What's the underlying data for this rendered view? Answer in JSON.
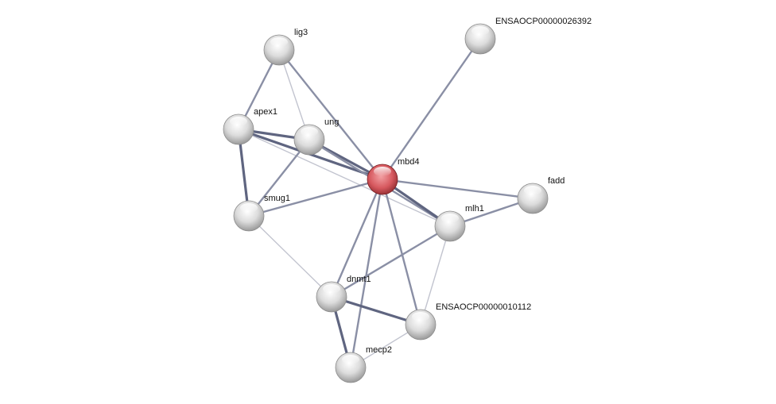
{
  "network": {
    "nodes": [
      {
        "id": "lig3",
        "label": "lig3",
        "highlight": false
      },
      {
        "id": "ens26392",
        "label": "ENSAOCP00000026392",
        "highlight": false
      },
      {
        "id": "apex1",
        "label": "apex1",
        "highlight": false
      },
      {
        "id": "ung",
        "label": "ung",
        "highlight": false
      },
      {
        "id": "mbd4",
        "label": "mbd4",
        "highlight": true
      },
      {
        "id": "fadd",
        "label": "fadd",
        "highlight": false
      },
      {
        "id": "smug1",
        "label": "smug1",
        "highlight": false
      },
      {
        "id": "mlh1",
        "label": "mlh1",
        "highlight": false
      },
      {
        "id": "dnmt1",
        "label": "dnmt1",
        "highlight": false
      },
      {
        "id": "ens10112",
        "label": "ENSAOCP00000010112",
        "highlight": false
      },
      {
        "id": "mecp2",
        "label": "mecp2",
        "highlight": false
      }
    ],
    "edges": [
      {
        "source": "lig3",
        "target": "apex1",
        "strength": "medium"
      },
      {
        "source": "lig3",
        "target": "ung",
        "strength": "weak"
      },
      {
        "source": "lig3",
        "target": "mbd4",
        "strength": "medium"
      },
      {
        "source": "ens26392",
        "target": "mbd4",
        "strength": "medium"
      },
      {
        "source": "apex1",
        "target": "ung",
        "strength": "strong"
      },
      {
        "source": "apex1",
        "target": "mbd4",
        "strength": "strong"
      },
      {
        "source": "apex1",
        "target": "smug1",
        "strength": "strong"
      },
      {
        "source": "apex1",
        "target": "mlh1",
        "strength": "weak"
      },
      {
        "source": "ung",
        "target": "mbd4",
        "strength": "strong"
      },
      {
        "source": "ung",
        "target": "smug1",
        "strength": "medium"
      },
      {
        "source": "ung",
        "target": "mlh1",
        "strength": "medium"
      },
      {
        "source": "smug1",
        "target": "mbd4",
        "strength": "medium"
      },
      {
        "source": "smug1",
        "target": "dnmt1",
        "strength": "weak"
      },
      {
        "source": "mbd4",
        "target": "fadd",
        "strength": "medium"
      },
      {
        "source": "mbd4",
        "target": "mlh1",
        "strength": "strong"
      },
      {
        "source": "mbd4",
        "target": "dnmt1",
        "strength": "medium"
      },
      {
        "source": "mbd4",
        "target": "mecp2",
        "strength": "medium"
      },
      {
        "source": "mbd4",
        "target": "ens10112",
        "strength": "medium"
      },
      {
        "source": "mlh1",
        "target": "fadd",
        "strength": "medium"
      },
      {
        "source": "mlh1",
        "target": "dnmt1",
        "strength": "medium"
      },
      {
        "source": "mlh1",
        "target": "ens10112",
        "strength": "weak"
      },
      {
        "source": "dnmt1",
        "target": "ens10112",
        "strength": "strong"
      },
      {
        "source": "dnmt1",
        "target": "mecp2",
        "strength": "strong"
      },
      {
        "source": "mecp2",
        "target": "ens10112",
        "strength": "weak"
      }
    ]
  },
  "colors": {
    "node": "#d9d9d9",
    "highlight_node": "#d9595f",
    "edge_strong": "#5f6580",
    "edge_medium": "#8a8fa5",
    "edge_weak": "#c2c4cf"
  }
}
